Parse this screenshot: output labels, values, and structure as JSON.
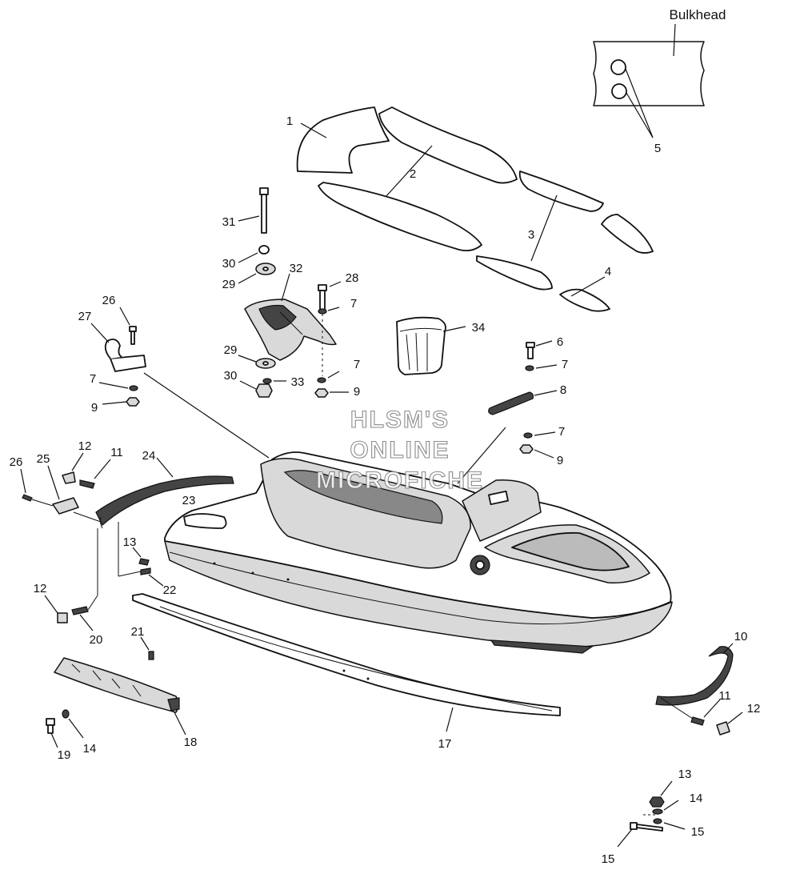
{
  "diagram": {
    "title": "Bulkhead",
    "watermark": [
      "HLSM'S",
      "ONLINE",
      "MICROFICHE"
    ],
    "callouts": [
      {
        "id": "c1",
        "text": "1"
      },
      {
        "id": "c2",
        "text": "2"
      },
      {
        "id": "c3",
        "text": "3"
      },
      {
        "id": "c4",
        "text": "4"
      },
      {
        "id": "c5",
        "text": "5"
      },
      {
        "id": "c31",
        "text": "31"
      },
      {
        "id": "c30a",
        "text": "30"
      },
      {
        "id": "c29a",
        "text": "29"
      },
      {
        "id": "c32",
        "text": "32"
      },
      {
        "id": "c28",
        "text": "28"
      },
      {
        "id": "c7a",
        "text": "7"
      },
      {
        "id": "c26a",
        "text": "26"
      },
      {
        "id": "c27",
        "text": "27"
      },
      {
        "id": "c29b",
        "text": "29"
      },
      {
        "id": "c7b",
        "text": "7"
      },
      {
        "id": "c30b",
        "text": "30"
      },
      {
        "id": "c33",
        "text": "33"
      },
      {
        "id": "c9a",
        "text": "9"
      },
      {
        "id": "c34",
        "text": "34"
      },
      {
        "id": "c6",
        "text": "6"
      },
      {
        "id": "c7c",
        "text": "7"
      },
      {
        "id": "c7d",
        "text": "7"
      },
      {
        "id": "c9b",
        "text": "9"
      },
      {
        "id": "c8",
        "text": "8"
      },
      {
        "id": "c7e",
        "text": "7"
      },
      {
        "id": "c9c",
        "text": "9"
      },
      {
        "id": "c12a",
        "text": "12"
      },
      {
        "id": "c11a",
        "text": "11"
      },
      {
        "id": "c24",
        "text": "24"
      },
      {
        "id": "c26b",
        "text": "26"
      },
      {
        "id": "c25",
        "text": "25"
      },
      {
        "id": "c23",
        "text": "23"
      },
      {
        "id": "c13a",
        "text": "13"
      },
      {
        "id": "c22",
        "text": "22"
      },
      {
        "id": "c12b",
        "text": "12"
      },
      {
        "id": "c20",
        "text": "20"
      },
      {
        "id": "c21",
        "text": "21"
      },
      {
        "id": "c10",
        "text": "10"
      },
      {
        "id": "c11b",
        "text": "11"
      },
      {
        "id": "c12c",
        "text": "12"
      },
      {
        "id": "c18",
        "text": "18"
      },
      {
        "id": "c17",
        "text": "17"
      },
      {
        "id": "c19",
        "text": "19"
      },
      {
        "id": "c14a",
        "text": "14"
      },
      {
        "id": "c13b",
        "text": "13"
      },
      {
        "id": "c14b",
        "text": "14"
      },
      {
        "id": "c15a",
        "text": "15"
      },
      {
        "id": "c15b",
        "text": "15"
      }
    ]
  }
}
